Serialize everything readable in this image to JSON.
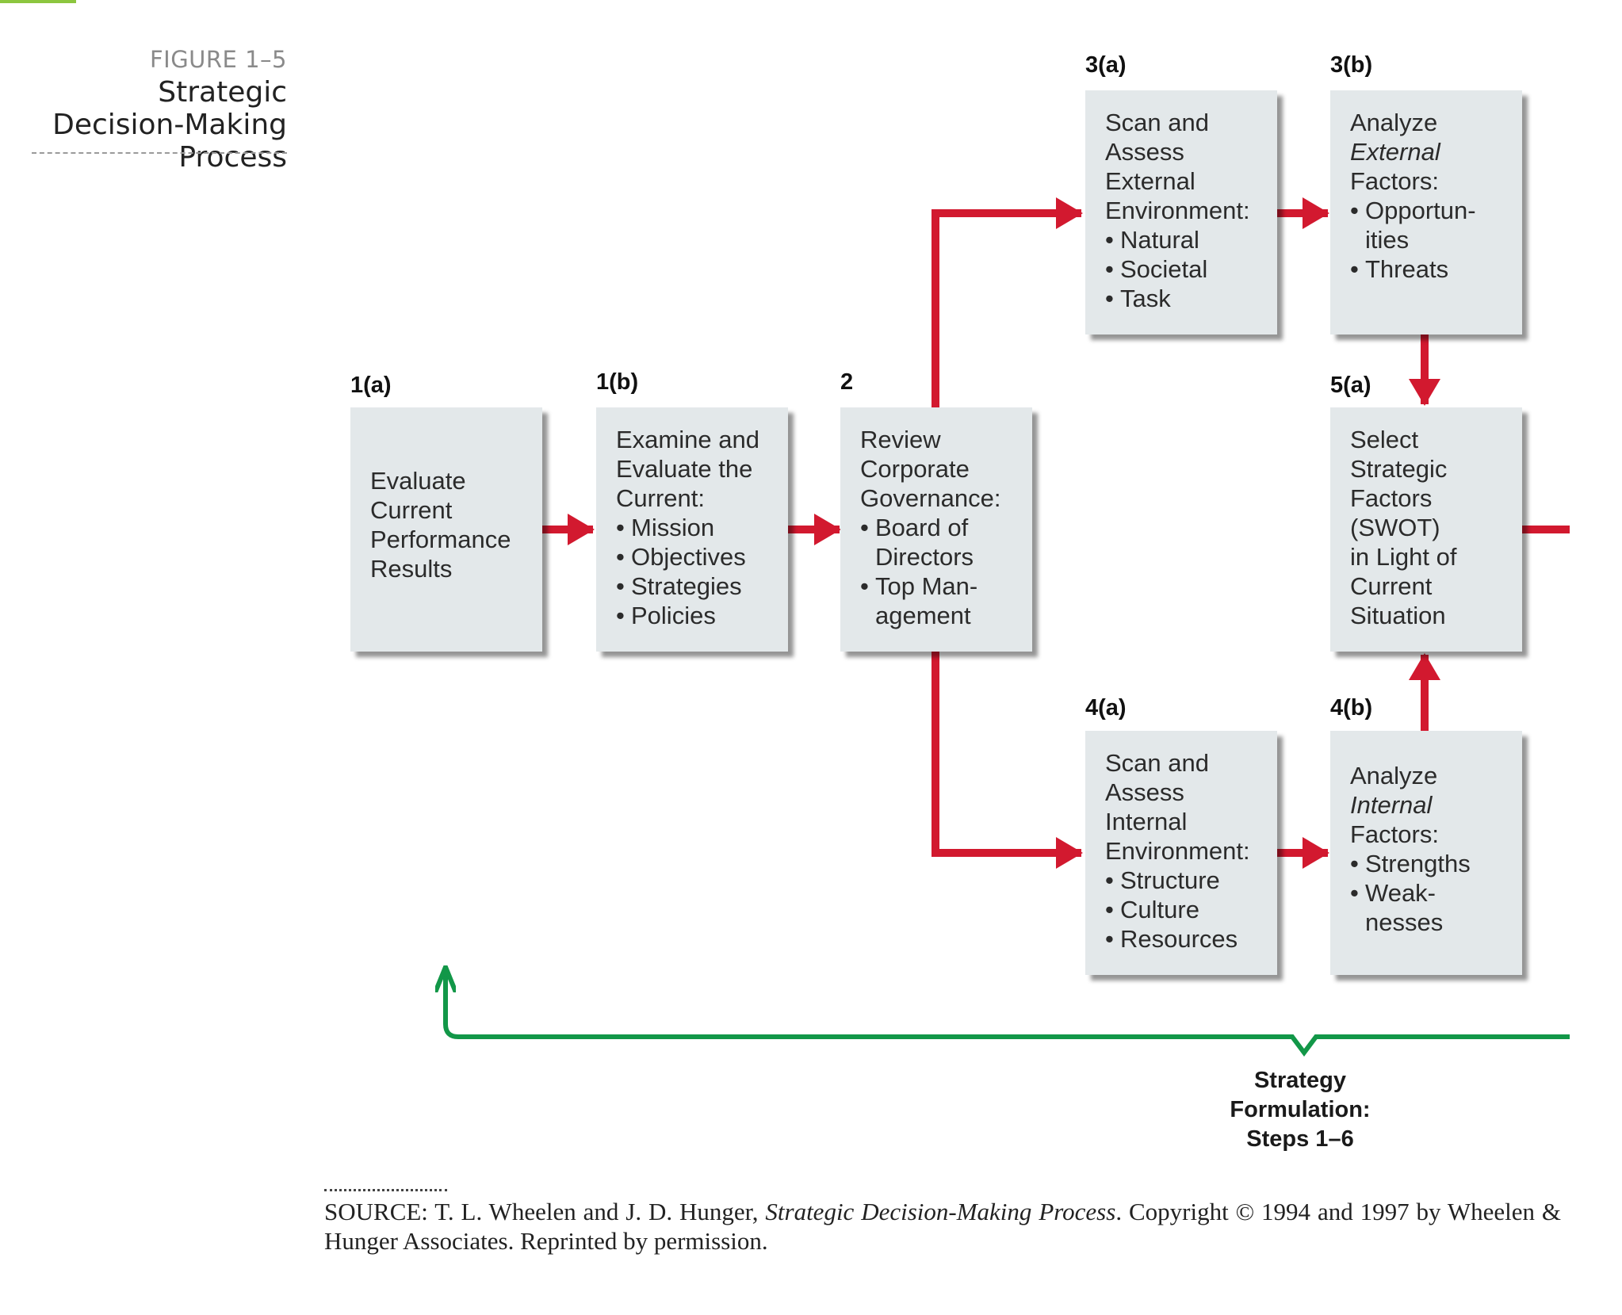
{
  "figure": {
    "number": "FIGURE 1–5",
    "title": "Strategic Decision-Making Process"
  },
  "steps": {
    "s1a": {
      "label": "1(a)",
      "lines": [
        "Evaluate",
        "Current",
        "Performance",
        "Results"
      ]
    },
    "s1b": {
      "label": "1(b)",
      "lines": [
        "Examine and",
        "Evaluate the",
        "Current:"
      ],
      "bullets": [
        "Mission",
        "Objectives",
        "Strategies",
        "Policies"
      ]
    },
    "s2": {
      "label": "2",
      "lines": [
        "Review",
        "Corporate",
        "Governance:"
      ],
      "bullets": [
        "Board of",
        "Top Man-"
      ],
      "continuations": [
        "Directors",
        "agement"
      ]
    },
    "s3a": {
      "label": "3(a)",
      "lines": [
        "Scan and",
        "Assess",
        "External",
        "Environment:"
      ],
      "bullets": [
        "Natural",
        "Societal",
        "Task"
      ]
    },
    "s3b": {
      "label": "3(b)",
      "lines": [
        "Analyze",
        "External",
        "Factors:"
      ],
      "bullets": [
        "Opportun-",
        "Threats"
      ],
      "continuations": [
        "ities"
      ]
    },
    "s4a": {
      "label": "4(a)",
      "lines": [
        "Scan and",
        "Assess",
        "Internal",
        "Environment:"
      ],
      "bullets": [
        "Structure",
        "Culture",
        "Resources"
      ]
    },
    "s4b": {
      "label": "4(b)",
      "lines": [
        "Analyze",
        "Internal",
        "Factors:"
      ],
      "bullets": [
        "Strengths",
        "Weak-"
      ],
      "continuations": [
        "nesses"
      ]
    },
    "s5a": {
      "label": "5(a)",
      "lines": [
        "Select",
        "Strategic",
        "Factors",
        "(SWOT)",
        "in Light of",
        "Current",
        "Situation"
      ]
    }
  },
  "feedback": {
    "lines": [
      "Strategy",
      "Formulation:",
      "Steps 1–6"
    ]
  },
  "source": {
    "prefix": "SOURCE: T. L. Wheelen and J. D. Hunger, ",
    "title": "Strategic Decision-Making Process",
    "suffix": ". Copyright © 1994 and 1997 by Wheelen & Hunger Associates. Reprinted by permission."
  },
  "colors": {
    "arrow_red": "#d2192f",
    "feedback_green": "#129748",
    "box_fill": "#e3e8ea",
    "accent_tab": "#8cc63f"
  },
  "icons": {
    "flow_arrow": "red-arrowhead-icon",
    "feedback_arrow": "green-arrowhead-icon"
  }
}
